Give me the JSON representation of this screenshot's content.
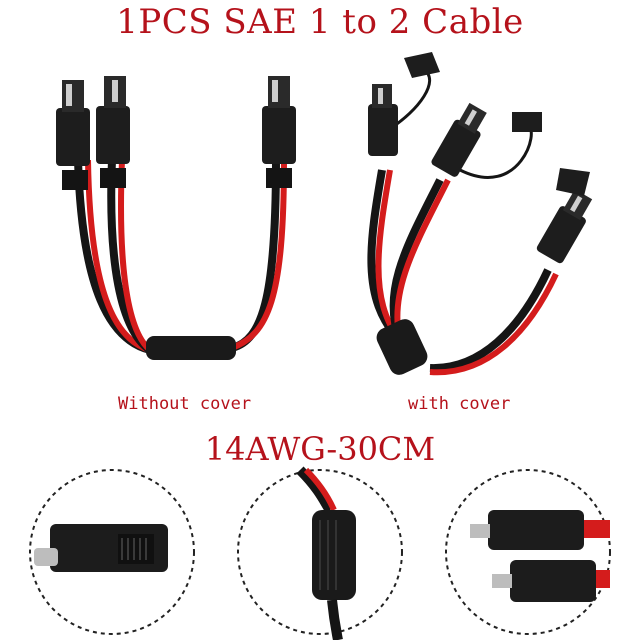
{
  "title": "1PCS SAE 1 to 2 Cable",
  "captions": {
    "left": "Without cover",
    "right": "with cover"
  },
  "spec": "14AWG-30CM",
  "colors": {
    "text": "#b5121b",
    "wire_red": "#d41c1c",
    "wire_black": "#151515",
    "circle_border": "#222222"
  }
}
